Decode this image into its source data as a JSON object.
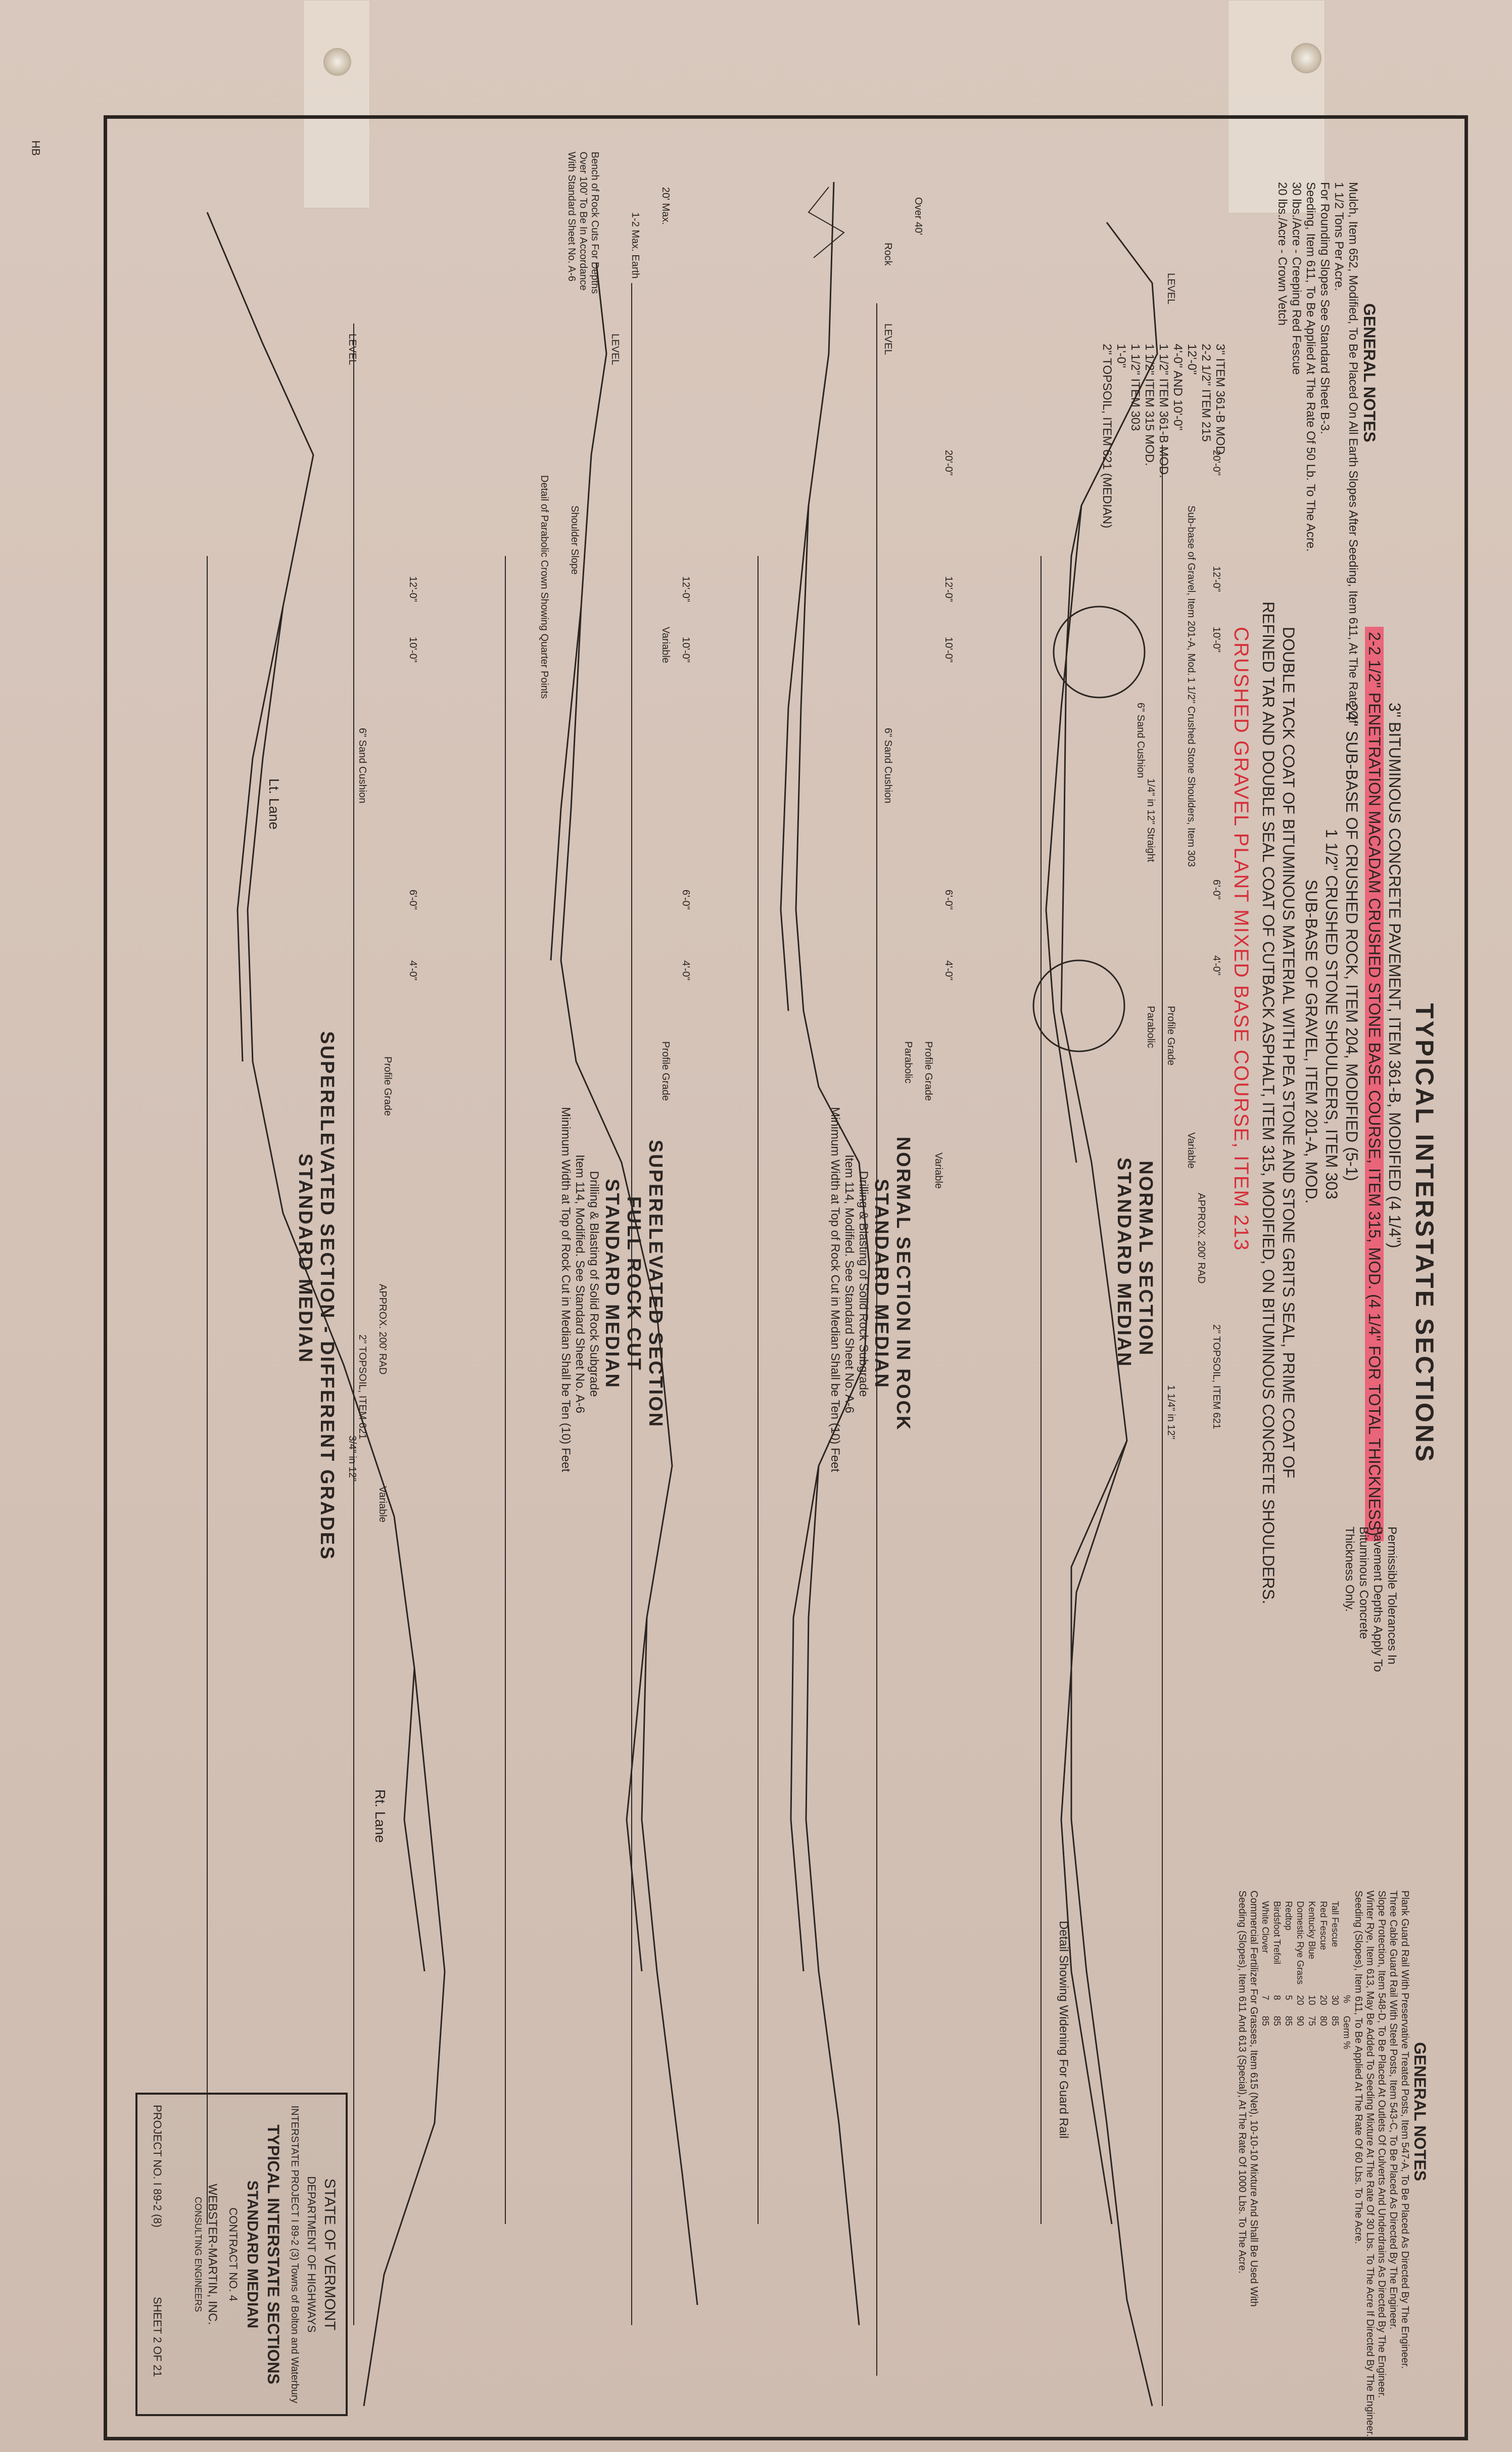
{
  "general_notes_left": {
    "title": "GENERAL NOTES",
    "lines": [
      "Mulch, Item 652, Modified, To Be Placed On All Earth Slopes After Seeding, Item 611, At The Rate Of",
      "1 1/2 Tons Per Acre.",
      "For Rounding Slopes See Standard Sheet B-3.",
      "Seeding, Item 611, To Be Applied At The Rate Of 50 Lb. To The Acre.",
      "30 lbs./Acre - Creeping Red Fescue",
      "20 lbs./Acre - Crown Vetch"
    ]
  },
  "general_notes_right": {
    "title": "GENERAL NOTES",
    "lines": [
      "Plank Guard Rail With Preservative Treated Posts, Item 547-A, To Be Placed As Directed By The Engineer.",
      "Three Cable Guard Rail With Steel Posts, Item 543-C, To Be Placed As Directed By The Engineer.",
      "Slope Protection, Item 548-D, To Be Placed At Outlets Of Culverts And Underdrains As Directed By The Engineer.",
      "Winter Rye, Item 613, May Be Added To Seeding Mixture At The Rate Of 30 Lbs. To The Acre If Directed By The Engineer.",
      "Seeding (Slopes), Item 611, To Be Applied At The Rate Of 60 Lbs. To The Acre.",
      "Commercial Fertilizer For Grasses, Item 615 (Net), 10-10-10 Mixture And Shall Be Used With Seeding (Slopes), Item 611 And 613 (Special), At The Rate Of 1000 Lbs. To The Acre."
    ],
    "seed_table": {
      "headers": [
        "%",
        "Germ %"
      ],
      "rows": [
        [
          "Tall Fescue",
          "30",
          "85"
        ],
        [
          "Red Fescue",
          "20",
          "80"
        ],
        [
          "Kentucky Blue",
          "10",
          "75"
        ],
        [
          "Domestic Rye Grass",
          "20",
          "90"
        ],
        [
          "Redtop",
          "5",
          "85"
        ],
        [
          "Birdsfoot Trefoil",
          "8",
          "85"
        ],
        [
          "White Clover",
          "7",
          "85"
        ]
      ]
    }
  },
  "permissible_note": "Permissible Tolerances In Pavement Depths Apply To Bituminous Concrete Thickness Only.",
  "main_title": "TYPICAL INTERSTATE SECTIONS",
  "spec_lines": [
    "3\" BITUMINOUS CONCRETE PAVEMENT, ITEM 361-B, MODIFIED (4 1/4\")",
    "2-2 1/2\" PENETRATION MACADAM CRUSHED STONE BASE COURSE, ITEM 315, MOD. (4 1/4\" FOR TOTAL THICKNESS)",
    "24\" SUB-BASE OF CRUSHED ROCK, ITEM 204, MODIFIED (5-1)",
    "1 1/2\" CRUSHED STONE SHOULDERS, ITEM 303",
    "SUB-BASE OF GRAVEL, ITEM 201-A, MOD.",
    "DOUBLE TACK COAT OF BITUMINOUS MATERIAL WITH PEA STONE AND STONE GRITS SEAL, PRIME COAT OF",
    "REFINED TAR AND DOUBLE SEAL COAT OF CUTBACK ASPHALT, ITEM 315, MODIFIED, ON BITUMINOUS CONCRETE SHOULDERS.",
    "CRUSHED GRAVEL PLANT MIXED BASE COURSE, ITEM 213"
  ],
  "detail_callout": {
    "item1": "3\" ITEM 361-B MOD.",
    "item2": "2-2 1/2\" ITEM 215",
    "item3": "1 1/2\" ITEM 361-B MOD.",
    "item4": "1 1/2\" ITEM 315 MOD.",
    "item5": "1 1/2\" ITEM 303",
    "topsoil": "2\" TOPSOIL, ITEM 621 (MEDIAN)",
    "dims": [
      "12'-0\"",
      "4'-0\" AND 10'-0\"",
      "1'-0\""
    ]
  },
  "sections": [
    {
      "title": "NORMAL SECTION",
      "subtitle": "STANDARD MEDIAN",
      "labels": [
        "Sub-base of Gravel, Item 201-A, Mod.",
        "1 1/2\" Crushed Stone Shoulders, Item 303",
        "Profile Grade",
        "Parabolic",
        "APPROX. 200' RAD",
        "2\" TOPSOIL, ITEM 621",
        "6\" Sand Cushion",
        "Variable",
        "LEVEL"
      ],
      "dims": [
        "12'-0\"",
        "10'-0\"",
        "4'-0\"",
        "6'-0\"",
        "20'-0\"",
        "1 1/4\" in 12\"",
        "1/4\" in 12\" Straight"
      ]
    },
    {
      "title": "NORMAL SECTION IN ROCK",
      "subtitle": "STANDARD MEDIAN",
      "notes": [
        "Drilling & Blasting of Solid Rock Subgrade",
        "Item 114, Modified. See Standard Sheet No. A-6",
        "Minimum Width at Top of Rock Cut in Median Shall be Ten (10) Feet"
      ],
      "labels": [
        "Over 40'",
        "Rock",
        "Profile Grade",
        "Parabolic",
        "Variable",
        "6\" Sand Cushion",
        "LEVEL"
      ],
      "dims": [
        "12'-0\"",
        "10'-0\"",
        "4'-0\"",
        "6'-0\"",
        "20'-0\""
      ]
    },
    {
      "title": "SUPERELEVATED SECTION",
      "subtitle2": "FULL ROCK CUT",
      "subtitle": "STANDARD MEDIAN",
      "notes": [
        "Drilling & Blasting of Solid Rock Subgrade",
        "Item 114, Modified. See Standard Sheet No. A-6",
        "Minimum Width at Top of Rock Cut in Median Shall be Ten (10) Feet"
      ],
      "labels": [
        "Detail of Parabolic Crown Showing Quarter Points",
        "Shoulder Slope",
        "1-2 Max. Earth",
        "Bench of Rock Cuts For Depths Over 100' To Be In Accordance With Standard Sheet No. A-6",
        "Profile Grade",
        "Variable",
        "LEVEL"
      ],
      "dims": [
        "20' Max.",
        "12'-0\"",
        "10'-0\"",
        "4'-0\"",
        "6'-0\""
      ]
    },
    {
      "title": "SUPERELEVATED SECTION - DIFFERENT GRADES",
      "subtitle": "STANDARD MEDIAN",
      "labels": [
        "Lt. Lane",
        "Rt. Lane",
        "APPROX. 200' RAD",
        "2\" TOPSOIL, ITEM 621",
        "Profile Grade",
        "Variable",
        "6\" Sand Cushion",
        "LEVEL"
      ],
      "dims": [
        "12'-0\"",
        "10'-0\"",
        "4'-0\"",
        "6'-0\"",
        "3/4\" in 12\""
      ]
    }
  ],
  "guard_rail_detail": "Detail Showing Widening For Guard Rail",
  "title_block": {
    "state": "STATE OF VERMONT",
    "dept": "DEPARTMENT OF HIGHWAYS",
    "project": "INTERSTATE PROJECT I 89-2 (3) Towns of Bolton and Waterbury",
    "title1": "TYPICAL INTERSTATE SECTIONS",
    "title2": "STANDARD MEDIAN",
    "contract": "CONTRACT NO. 4",
    "firm": "WEBSTER-MARTIN, INC.",
    "firm_sub": "CONSULTING ENGINEERS",
    "project_no": "PROJECT NO. I 89-2 (8)",
    "sheet": "SHEET 2 OF 21"
  },
  "corner_label": "HB",
  "colors": {
    "paper": "#d6c5ba",
    "ink": "#2b2522",
    "red": "#d6303a",
    "highlight": "#f0506e"
  }
}
